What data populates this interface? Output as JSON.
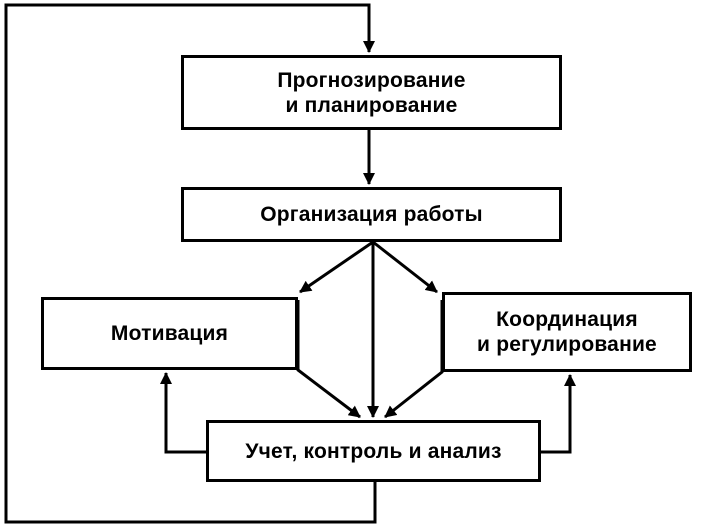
{
  "diagram": {
    "nodes": {
      "forecast": "Прогнозирование\nи планирование",
      "organization": "Организация работы",
      "motivation": "Мотивация",
      "coordination": "Координация\nи регулирование",
      "control": "Учет, контроль и анализ"
    }
  }
}
